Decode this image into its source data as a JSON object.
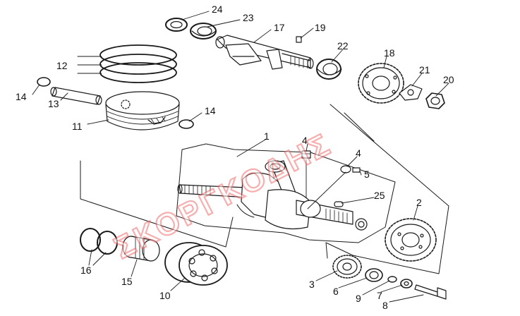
{
  "colors": {
    "ink": "#1a1a1a",
    "fill": "#ffffff",
    "watermark": "#f26d6d"
  },
  "callouts": {
    "n1": "1",
    "n2": "2",
    "n3": "3",
    "n4a": "4",
    "n4b": "4",
    "n5": "5",
    "n6": "6",
    "n7": "7",
    "n8": "8",
    "n9": "9",
    "n10": "10",
    "n11": "11",
    "n12": "12",
    "n13": "13",
    "n14a": "14",
    "n14b": "14",
    "n15": "15",
    "n16": "16",
    "n17": "17",
    "n18": "18",
    "n19": "19",
    "n20": "20",
    "n21": "21",
    "n22": "22",
    "n23": "23",
    "n24": "24",
    "n25": "25"
  },
  "watermark": {
    "text": "ΣΚΟΡΓΚΟΔΗΣ"
  }
}
